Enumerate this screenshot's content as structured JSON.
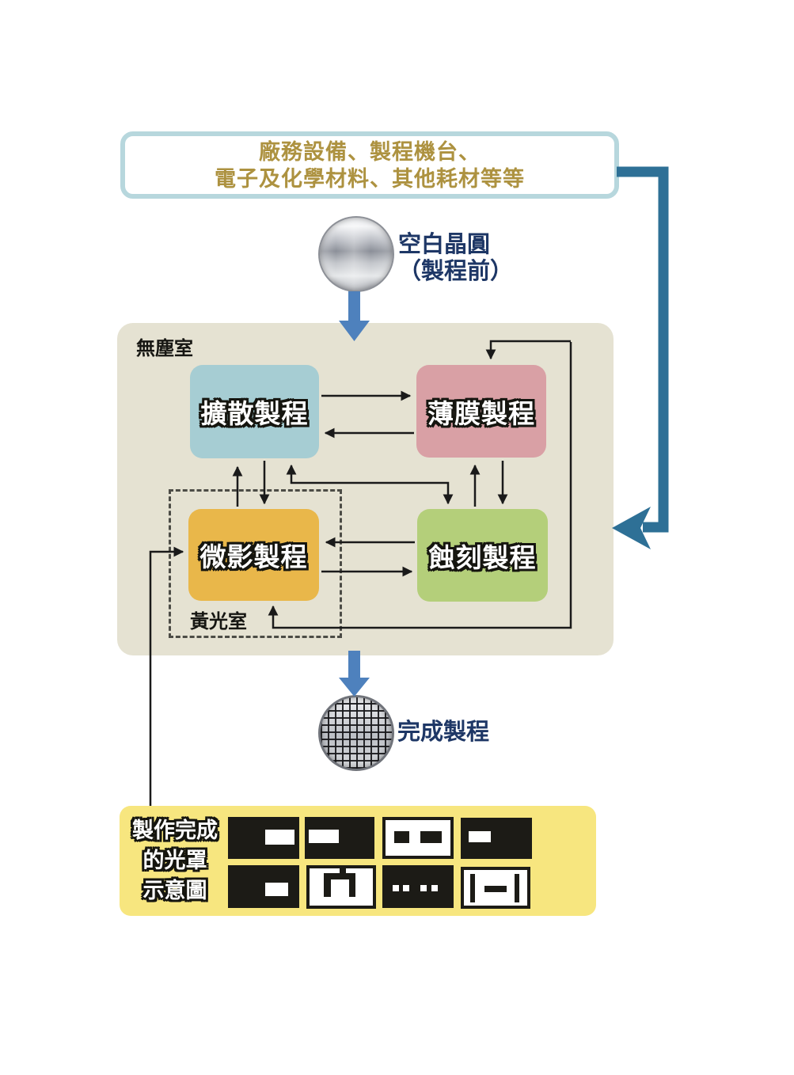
{
  "supply_box": {
    "line1": "廠務設備、製程機台、",
    "line2": "電子及化學材料、其他耗材等等"
  },
  "blank_wafer": {
    "label": "空白晶圓",
    "sublabel": "（製程前）"
  },
  "cleanroom": {
    "label": "無塵室",
    "yellow_room_label": "黃光室",
    "boxes": {
      "diffusion": "擴散製程",
      "thin_film": "薄膜製程",
      "lithography": "微影製程",
      "etching": "蝕刻製程"
    }
  },
  "finished_wafer": {
    "label": "完成製程"
  },
  "mask_panel": {
    "label_lines": [
      "製作完成",
      "的光罩",
      "示意圖"
    ],
    "tiles": [
      {
        "pattern": "white-bar-center-right",
        "background": "black"
      },
      {
        "pattern": "white-bar-upper-left",
        "background": "black"
      },
      {
        "pattern": "two-black-bars",
        "background": "white"
      },
      {
        "pattern": "small-white-bar-left",
        "background": "black"
      },
      {
        "pattern": "white-bar-center",
        "background": "black"
      },
      {
        "pattern": "gate-shape",
        "background": "white"
      },
      {
        "pattern": "four-dots",
        "background": "black"
      },
      {
        "pattern": "rails-with-center-bar",
        "background": "white"
      }
    ]
  },
  "colors": {
    "supply_box_border": "#b7d7dd",
    "supply_text": "#ad9240",
    "wafer_label_text": "#1e3766",
    "cleanroom_bg": "#e5e2d2",
    "diffusion_bg": "#a6cdd3",
    "thin_film_bg": "#d9a0a5",
    "lithography_bg": "#e9b74a",
    "etching_bg": "#b4cf7a",
    "mask_panel_bg": "#f7e67f",
    "teal_arrow": "#2e7096",
    "blue_arrow": "#4e81bd",
    "connector_line": "#1a1a1a"
  }
}
